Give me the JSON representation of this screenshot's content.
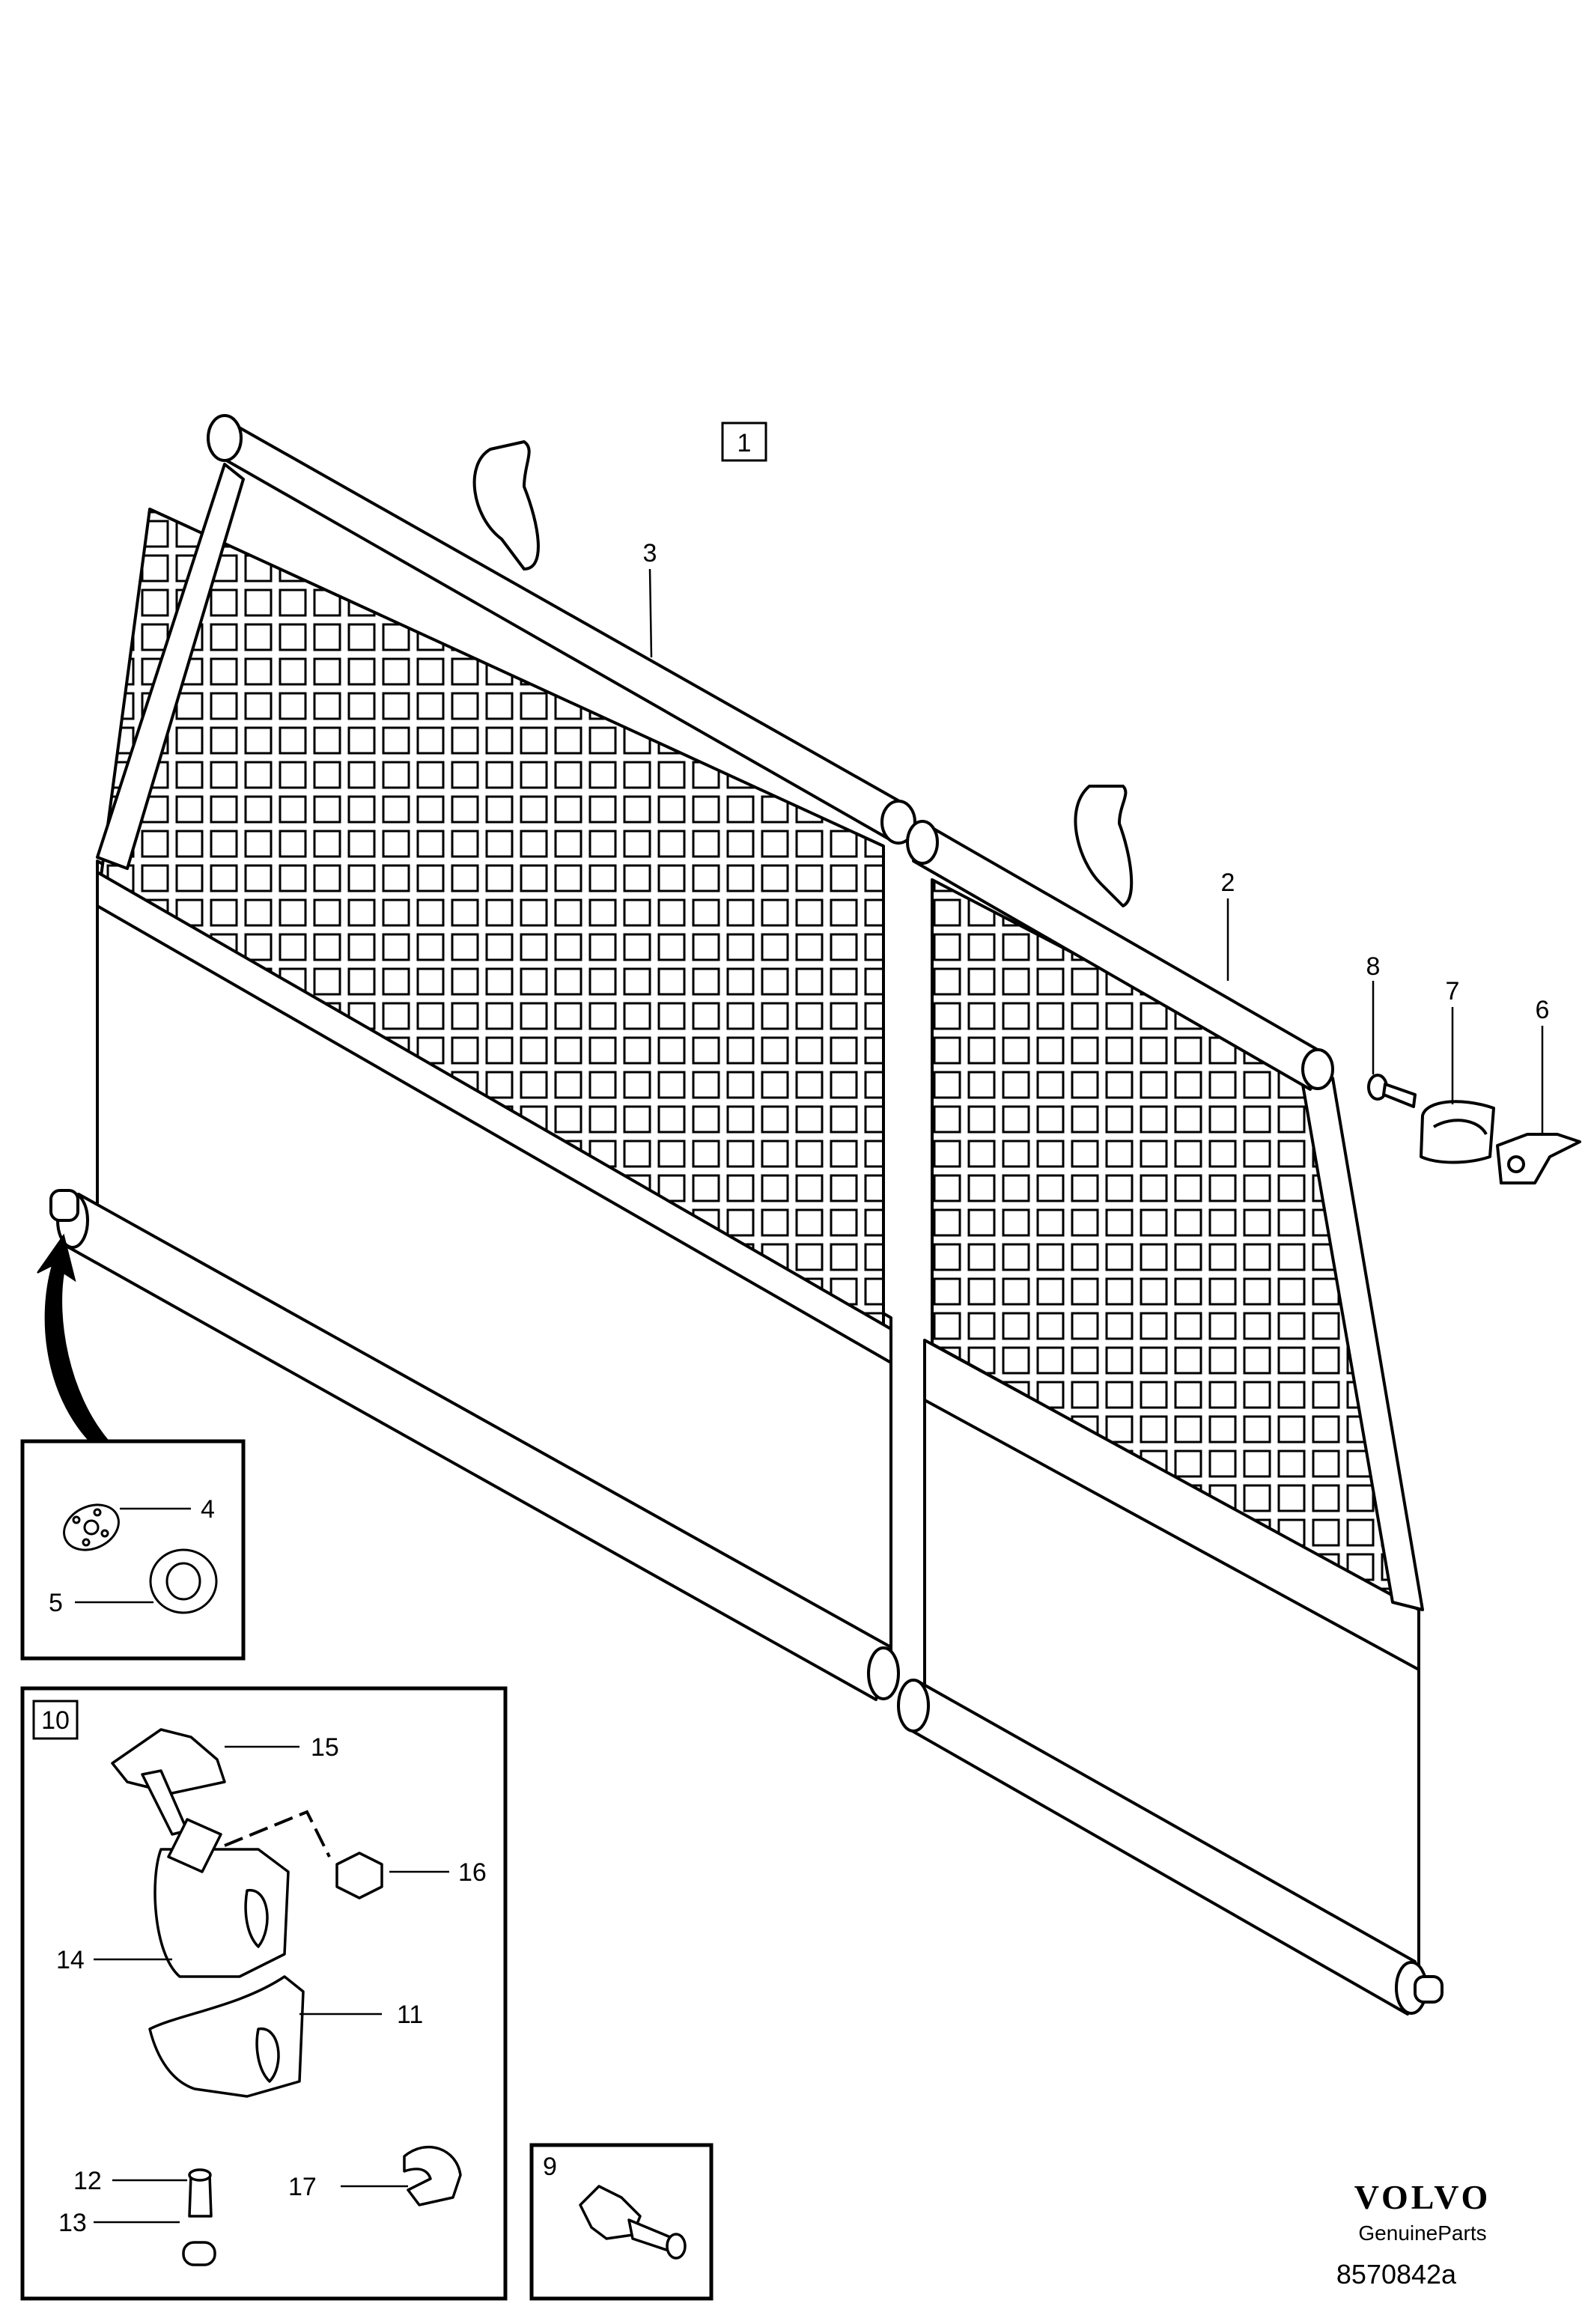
{
  "callouts": {
    "c1": "1",
    "c2": "2",
    "c3": "3",
    "c4": "4",
    "c5": "5",
    "c6": "6",
    "c7": "7",
    "c8": "8",
    "c9": "9",
    "c10": "10",
    "c11": "11",
    "c12": "12",
    "c13": "13",
    "c14": "14",
    "c15": "15",
    "c16": "16",
    "c17": "17"
  },
  "branding": {
    "logo": "VOLVO",
    "tagline": "GenuineParts",
    "drawing_number": "8570842a"
  },
  "colors": {
    "line": "#000000",
    "fill": "#ffffff"
  }
}
